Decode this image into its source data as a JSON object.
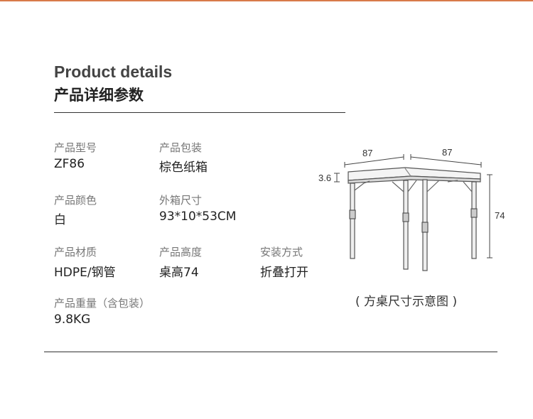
{
  "colors": {
    "accent": "#d87a4a",
    "rule": "#333333"
  },
  "header": {
    "title_en": "Product details",
    "title_cn": "产品详细参数"
  },
  "specs": [
    {
      "label": "产品型号",
      "value": "ZF86"
    },
    {
      "label": "产品包装",
      "value": "棕色纸箱"
    },
    {
      "label": "产品颜色",
      "value": "白"
    },
    {
      "label": "外箱尺寸",
      "value": "93*10*53CM"
    },
    {
      "label": "产品材质",
      "value": "HDPE/钢管"
    },
    {
      "label": "产品高度",
      "value": "桌高74"
    },
    {
      "label": "安装方式",
      "value": "折叠打开"
    },
    {
      "label": "产品重量（含包装）",
      "value": "9.8KG"
    }
  ],
  "diagram": {
    "width_left": "87",
    "width_right": "87",
    "top_thickness": "3.6",
    "height": "74",
    "caption": "( 方桌尺寸示意图 )"
  }
}
